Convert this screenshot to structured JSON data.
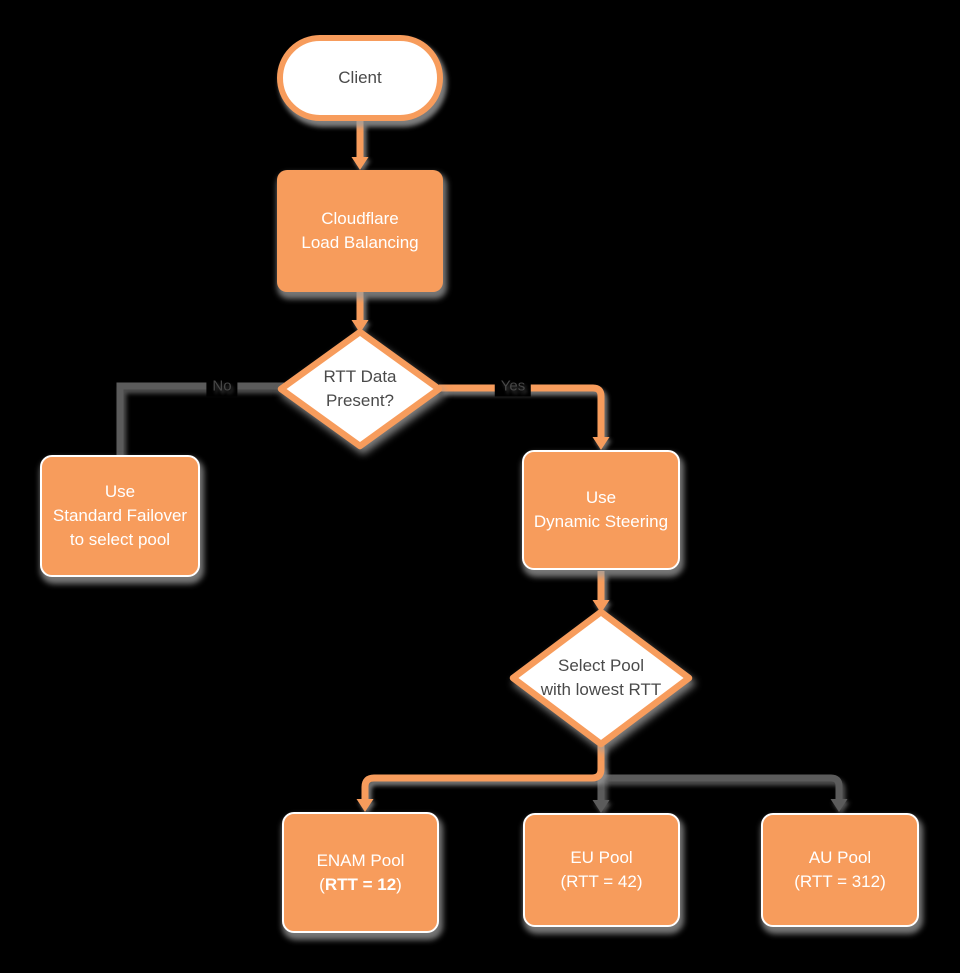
{
  "title": "Cloudflare Load Balancing dynamic steering flowchart",
  "colors": {
    "background": "#000000",
    "node_orange": "#F79C5C",
    "connector_gray": "#5B5B5B",
    "shadow_gray": "#9E9E9E",
    "text_dark": "#4A4A4A",
    "text_light": "#FFFFFF"
  },
  "nodes": {
    "client": {
      "label": "Client"
    },
    "load_balancing": {
      "label": "Cloudflare\nLoad Balancing"
    },
    "rtt_decision": {
      "label": "RTT Data\nPresent?"
    },
    "standard_failover": {
      "label": "Use\nStandard Failover\nto select pool"
    },
    "dynamic_steering": {
      "label": "Use\nDynamic Steering"
    },
    "select_pool": {
      "label": "Select Pool\nwith lowest RTT"
    },
    "enam_pool": {
      "name": "ENAM Pool",
      "rtt_prefix": "(",
      "rtt_bold": "RTT = 12",
      "rtt_suffix": ")"
    },
    "eu_pool": {
      "name": "EU Pool",
      "rtt": "(RTT = 42)"
    },
    "au_pool": {
      "name": "AU Pool",
      "rtt": "(RTT = 312)"
    }
  },
  "edge_labels": {
    "no": "No",
    "yes": "Yes"
  }
}
